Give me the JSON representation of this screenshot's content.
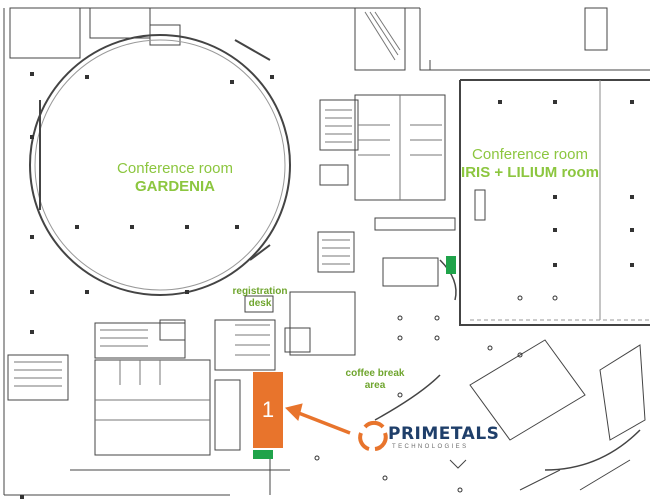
{
  "rooms": {
    "gardenia": {
      "title": "Conference room",
      "name": "GARDENIA"
    },
    "iris": {
      "title": "Conference room",
      "name": "IRIS + LILIUM room"
    }
  },
  "areas": {
    "registration": "registration desk",
    "coffee": "coffee break area"
  },
  "booth": {
    "number": "1"
  },
  "logo": {
    "name": "PRIMETALS",
    "tagline": "TECHNOLOGIES"
  },
  "colors": {
    "room_label": "#8cc63f",
    "booth": "#e8742c",
    "arrow": "#e8742c",
    "exit_sign": "#1fa34a",
    "logo_text": "#1f3f6a"
  }
}
